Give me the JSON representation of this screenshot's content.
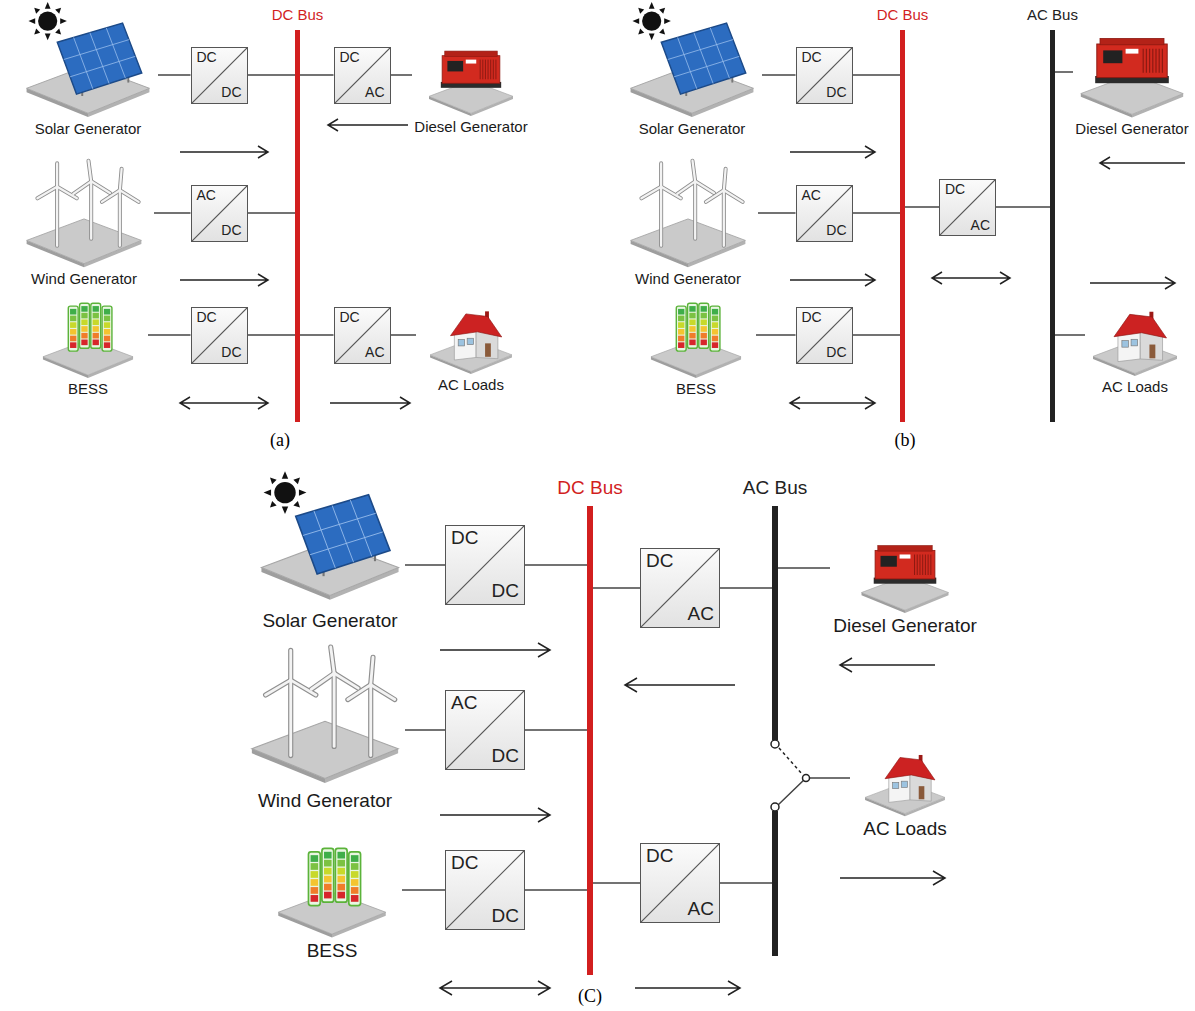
{
  "diagram": {
    "nodes": [
      {
        "text": [
          "Solar Generator"
        ]
      },
      {
        "text": [
          "DC",
          "DC"
        ]
      },
      {
        "text": [
          "Wind Generator"
        ]
      },
      {
        "text": [
          "AC",
          "DC"
        ]
      },
      {
        "text": [
          "BESS"
        ]
      },
      {
        "text": [
          "DC",
          "DC"
        ]
      },
      {
        "text": [
          "DC Bus"
        ]
      },
      {
        "text": [
          "DC",
          "AC"
        ]
      },
      {
        "text": [
          "Diesel Generator"
        ]
      },
      {
        "text": [
          "DC",
          "AC"
        ]
      },
      {
        "text": [
          "AC Loads"
        ]
      },
      {
        "text": [
          "Solar Generator"
        ]
      },
      {
        "text": [
          "DC",
          "DC"
        ]
      },
      {
        "text": [
          "Wind Generator"
        ]
      },
      {
        "text": [
          "AC",
          "DC"
        ]
      },
      {
        "text": [
          "BESS"
        ]
      },
      {
        "text": [
          "DC",
          "DC"
        ]
      },
      {
        "text": [
          "DC Bus"
        ]
      },
      {
        "text": [
          "DC",
          "AC"
        ]
      },
      {
        "text": [
          "AC Bus"
        ]
      },
      {
        "text": [
          "Diesel Generator"
        ]
      },
      {
        "text": [
          "AC Loads"
        ]
      },
      {
        "text": [
          "Solar Generator"
        ]
      },
      {
        "text": [
          "DC",
          "DC"
        ]
      },
      {
        "text": [
          "Wind Generator"
        ]
      },
      {
        "text": [
          "AC",
          "DC"
        ]
      },
      {
        "text": [
          "BESS"
        ]
      },
      {
        "text": [
          "DC",
          "DC"
        ]
      },
      {
        "text": [
          "DC Bus"
        ]
      },
      {
        "text": [
          "DC",
          "AC"
        ]
      },
      {
        "text": [
          "DC",
          "AC"
        ]
      },
      {
        "text": [
          "AC Bus"
        ]
      },
      {
        "text": [
          "Diesel Generator"
        ]
      },
      {
        "text": [
          "AC Loads"
        ]
      }
    ],
    "edges": [
      {
        "from": 0,
        "to": 1,
        "arrow": "none"
      },
      {
        "from": 1,
        "to": 6,
        "arrow": "none"
      },
      {
        "from": 2,
        "to": 3,
        "arrow": "none"
      },
      {
        "from": 3,
        "to": 6,
        "arrow": "none"
      },
      {
        "from": 4,
        "to": 5,
        "arrow": "none"
      },
      {
        "from": 5,
        "to": 6,
        "arrow": "none"
      },
      {
        "from": 6,
        "to": 7,
        "arrow": "none"
      },
      {
        "from": 7,
        "to": 8,
        "arrow": "none"
      },
      {
        "from": 6,
        "to": 9,
        "arrow": "none"
      },
      {
        "from": 9,
        "to": 10,
        "arrow": "none"
      },
      {
        "from": 11,
        "to": 12,
        "arrow": "none"
      },
      {
        "from": 12,
        "to": 17,
        "arrow": "none"
      },
      {
        "from": 13,
        "to": 14,
        "arrow": "none"
      },
      {
        "from": 14,
        "to": 17,
        "arrow": "none"
      },
      {
        "from": 15,
        "to": 16,
        "arrow": "none"
      },
      {
        "from": 16,
        "to": 17,
        "arrow": "none"
      },
      {
        "from": 17,
        "to": 18,
        "arrow": "none"
      },
      {
        "from": 18,
        "to": 19,
        "arrow": "none"
      },
      {
        "from": 19,
        "to": 20,
        "arrow": "none"
      },
      {
        "from": 19,
        "to": 21,
        "arrow": "none"
      },
      {
        "from": 22,
        "to": 23,
        "arrow": "none"
      },
      {
        "from": 23,
        "to": 28,
        "arrow": "none"
      },
      {
        "from": 24,
        "to": 25,
        "arrow": "none"
      },
      {
        "from": 25,
        "to": 28,
        "arrow": "none"
      },
      {
        "from": 26,
        "to": 27,
        "arrow": "none"
      },
      {
        "from": 27,
        "to": 28,
        "arrow": "none"
      },
      {
        "from": 28,
        "to": 29,
        "arrow": "none"
      },
      {
        "from": 29,
        "to": 31,
        "arrow": "none"
      },
      {
        "from": 28,
        "to": 30,
        "arrow": "none"
      },
      {
        "from": 30,
        "to": 31,
        "arrow": "none"
      },
      {
        "from": 31,
        "to": 32,
        "arrow": "none"
      },
      {
        "from": 31,
        "to": 33,
        "arrow": "none"
      }
    ],
    "labels": [
      "(a)",
      "(b)",
      "(C)"
    ]
  }
}
